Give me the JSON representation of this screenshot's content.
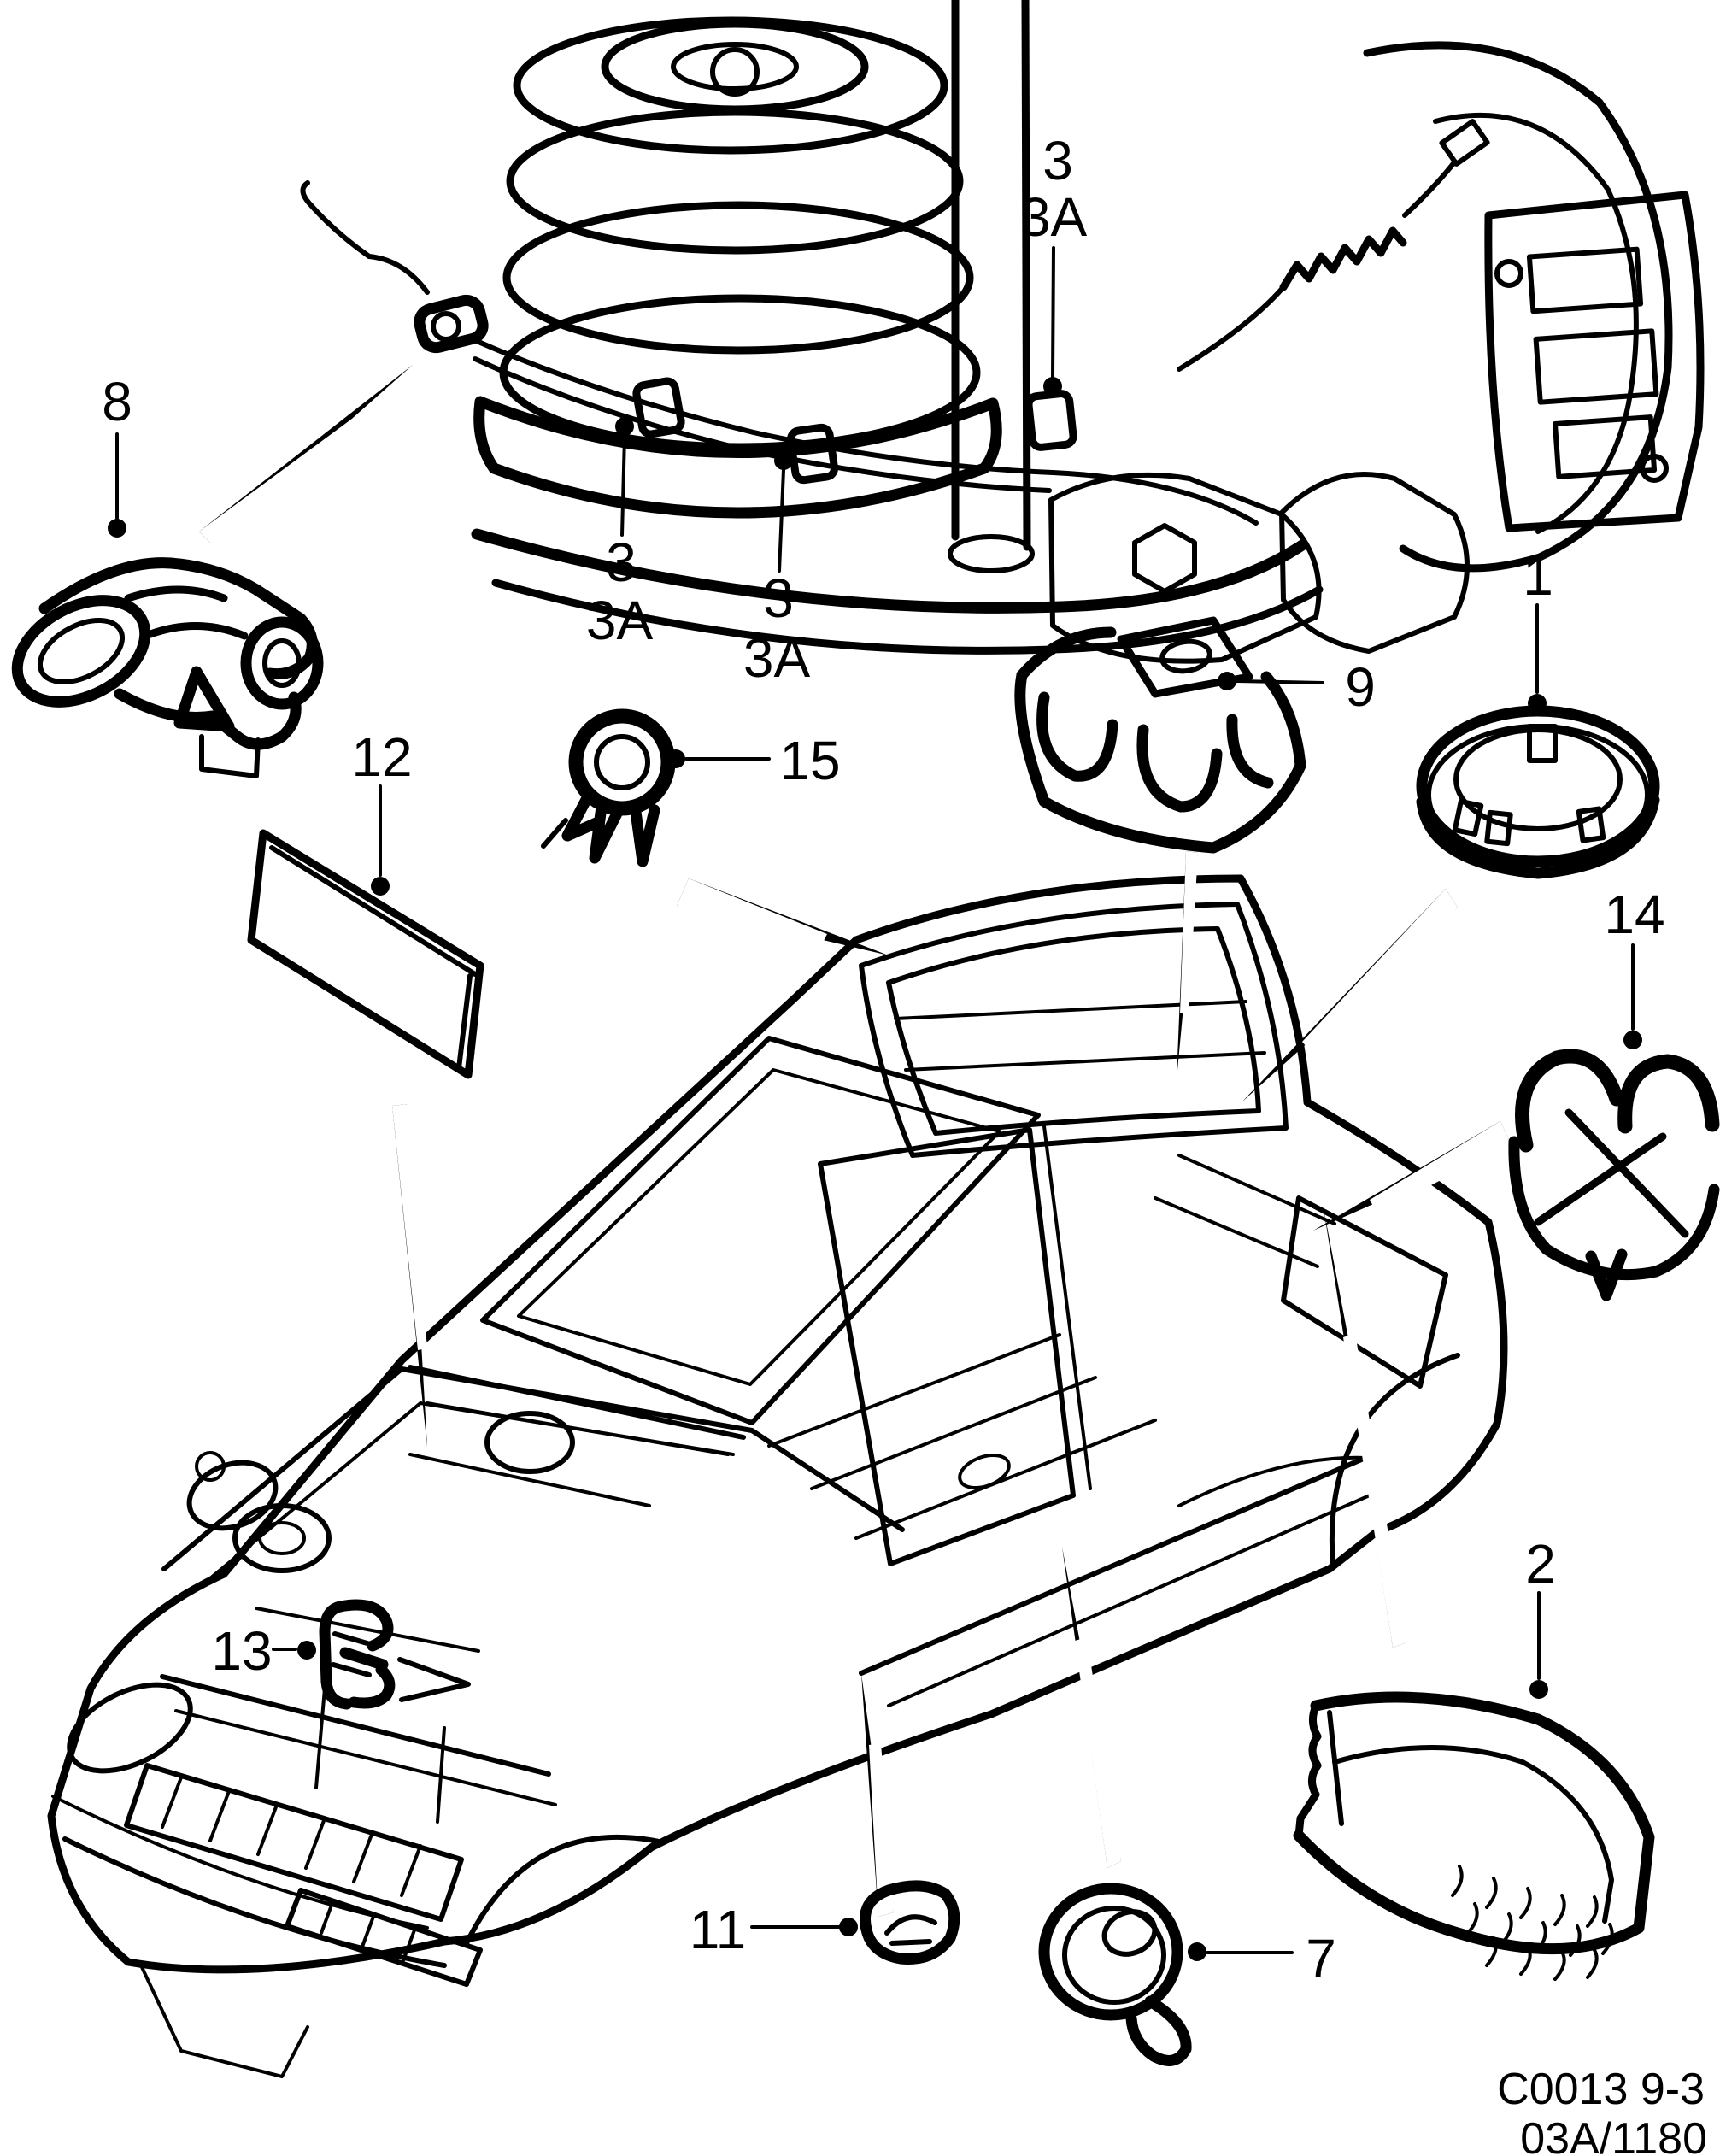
{
  "figure": {
    "doc_code": "C0013 9-3",
    "page_code": "03A/1180",
    "ink_color": "#000000",
    "paper_color": "#ffffff"
  },
  "callouts": {
    "c1": "1",
    "c2": "2",
    "c3": "3",
    "c3a": "3A",
    "c7": "7",
    "c8": "8",
    "c9": "9",
    "c11": "11",
    "c12": "12",
    "c13": "13",
    "c14": "14",
    "c15": "15"
  }
}
